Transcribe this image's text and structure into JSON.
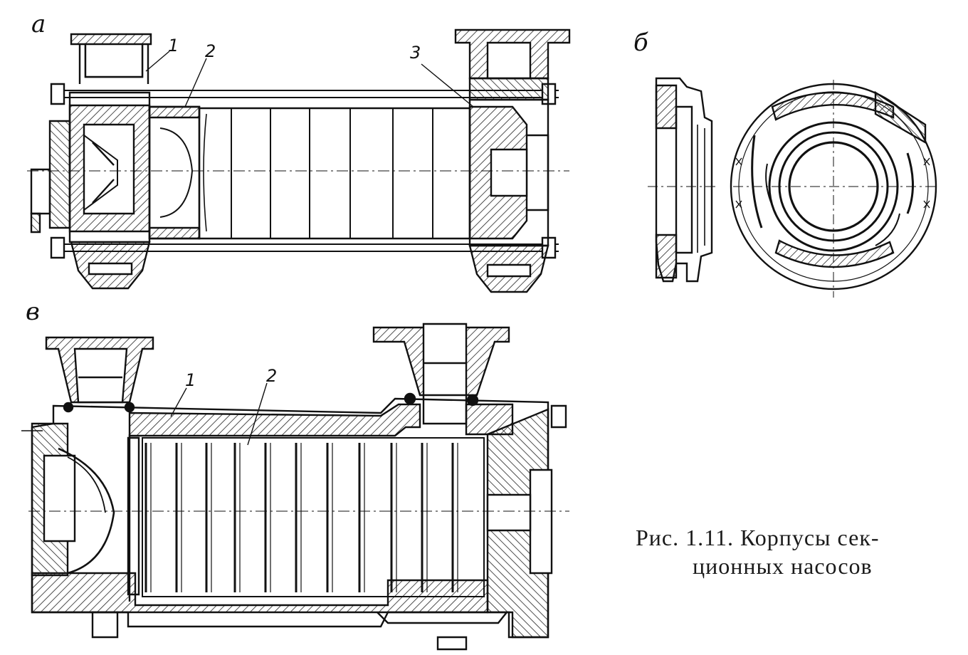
{
  "views": {
    "a": {
      "letter": "а",
      "callouts": [
        "1",
        "2",
        "3"
      ]
    },
    "b": {
      "letter": "б"
    },
    "v": {
      "letter": "в",
      "callouts": [
        "1",
        "2"
      ]
    }
  },
  "caption": {
    "line1": "Рис.  1.11.  Корпусы  сек-",
    "line2": "ционных  насосов"
  }
}
